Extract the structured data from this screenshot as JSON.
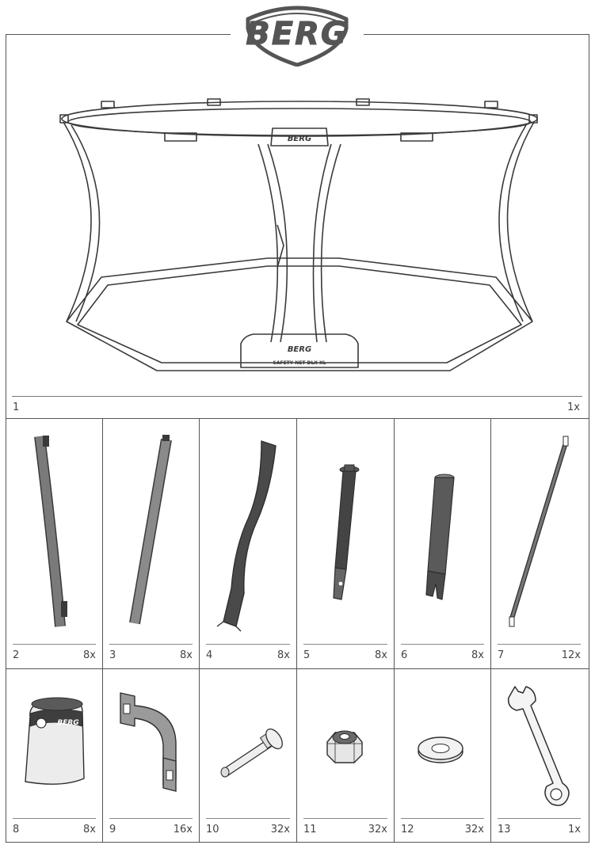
{
  "brand": {
    "logo_text": "BERG"
  },
  "main_item": {
    "number": "1",
    "quantity": "1x",
    "label_logo": "BERG",
    "label_text": "SAFETY NET DLX XL"
  },
  "parts": [
    {
      "number": "2",
      "quantity": "8x",
      "icon": "padded-pole-icon"
    },
    {
      "number": "3",
      "quantity": "8x",
      "icon": "foam-tube-icon"
    },
    {
      "number": "4",
      "quantity": "8x",
      "icon": "pole-cover-sleeve-icon"
    },
    {
      "number": "5",
      "quantity": "8x",
      "icon": "lower-pole-icon"
    },
    {
      "number": "6",
      "quantity": "8x",
      "icon": "pole-sleeve-icon"
    },
    {
      "number": "7",
      "quantity": "12x",
      "icon": "rod-icon"
    },
    {
      "number": "8",
      "quantity": "8x",
      "icon": "pole-cap-icon"
    },
    {
      "number": "9",
      "quantity": "16x",
      "icon": "bracket-clamp-icon"
    },
    {
      "number": "10",
      "quantity": "32x",
      "icon": "bolt-icon"
    },
    {
      "number": "11",
      "quantity": "32x",
      "icon": "nut-icon"
    },
    {
      "number": "12",
      "quantity": "32x",
      "icon": "washer-icon"
    },
    {
      "number": "13",
      "quantity": "1x",
      "icon": "wrench-icon"
    }
  ]
}
